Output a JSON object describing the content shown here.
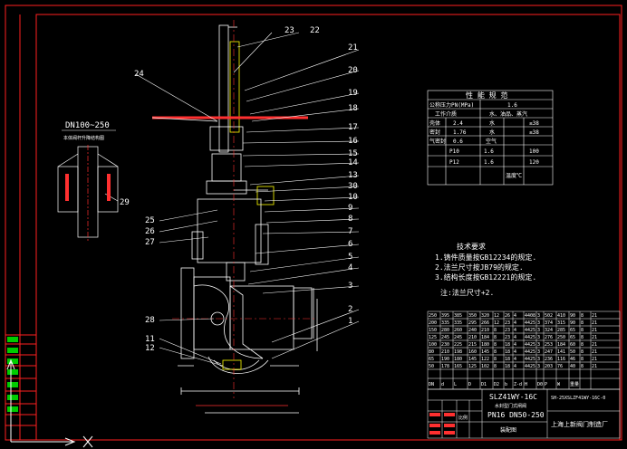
{
  "drawing": {
    "detail_title": "DN100~250",
    "detail_subtitle": "本体阀杆升降结构图",
    "part_numbers": [
      "23",
      "22",
      "21",
      "20",
      "19",
      "18",
      "17",
      "16",
      "15",
      "14",
      "13",
      "30",
      "10",
      "9",
      "8",
      "7",
      "6",
      "5",
      "4",
      "3",
      "2",
      "1",
      "24",
      "29",
      "25",
      "26",
      "27",
      "28",
      "11",
      "12"
    ],
    "specs_title": "性 能 规 范",
    "specs_rows": [
      [
        "公称压力PN(MPa)",
        "1.6"
      ],
      [
        "工作介质",
        "水、油品、蒸汽"
      ],
      [
        "壳体",
        "2.4",
        "水",
        "≤38"
      ],
      [
        "密封",
        "1.76",
        "水",
        "≤38"
      ],
      [
        "气密封",
        "0.6",
        "空气",
        ""
      ],
      [
        "P10",
        "1.6",
        "",
        "100"
      ],
      [
        "P12",
        "1.6",
        "",
        "120"
      ],
      [
        "温度℃",
        ""
      ]
    ],
    "tech_title": "技术要求",
    "tech_items": [
      "1.铸件质量按GB12234的规定.",
      "2.法兰尺寸按JB79的规定.",
      "3.结构长度按GB12221的规定."
    ],
    "tech_note": "注:法兰尺寸+2.",
    "dims_rows": [
      [
        "250",
        "395",
        "385",
        "350",
        "320",
        "12",
        "26",
        "4",
        "4408",
        "3",
        "502",
        "410",
        "90",
        "8",
        "21"
      ],
      [
        "200",
        "335",
        "335",
        "295",
        "266",
        "12",
        "23",
        "4",
        "4425",
        "3",
        "374",
        "315",
        "90",
        "8",
        "21"
      ],
      [
        "150",
        "280",
        "260",
        "240",
        "210",
        "8",
        "23",
        "4",
        "4425",
        "3",
        "324",
        "285",
        "65",
        "8",
        "21"
      ],
      [
        "125",
        "245",
        "245",
        "210",
        "184",
        "8",
        "23",
        "4",
        "4425",
        "3",
        "276",
        "250",
        "65",
        "8",
        "21"
      ],
      [
        "100",
        "230",
        "225",
        "215",
        "180",
        "8",
        "18",
        "4",
        "4425",
        "3",
        "253",
        "184",
        "60",
        "8",
        "21"
      ],
      [
        "80",
        "210",
        "198",
        "160",
        "145",
        "8",
        "18",
        "4",
        "4425",
        "3",
        "247",
        "141",
        "50",
        "8",
        "21"
      ],
      [
        "65",
        "190",
        "180",
        "145",
        "122",
        "8",
        "18",
        "4",
        "4425",
        "3",
        "236",
        "116",
        "46",
        "8",
        "21"
      ],
      [
        "50",
        "178",
        "165",
        "125",
        "102",
        "8",
        "18",
        "4",
        "4425",
        "3",
        "203",
        "76",
        "40",
        "8",
        "21"
      ]
    ],
    "dims_header": [
      "DN",
      "d",
      "L",
      "D",
      "D1",
      "D2",
      "b",
      "Z-d",
      "H",
      "D0",
      "P",
      "W",
      "重量"
    ],
    "product_code": "SLZ41WY-16C",
    "product_name": "水封型门式闸阀",
    "product_spec": "PN16  DN50-250",
    "drawing_number": "SH-25XSLZF41WY-16C-0",
    "company": "上海上新阀门制造厂",
    "scale_label": "比例",
    "title_small": "装配图"
  },
  "colors": {
    "background": "#000000",
    "frame": "#ff2020",
    "lines": "#ffffff",
    "accent_yellow": "#ffff00",
    "accent_green": "#00ff00"
  }
}
